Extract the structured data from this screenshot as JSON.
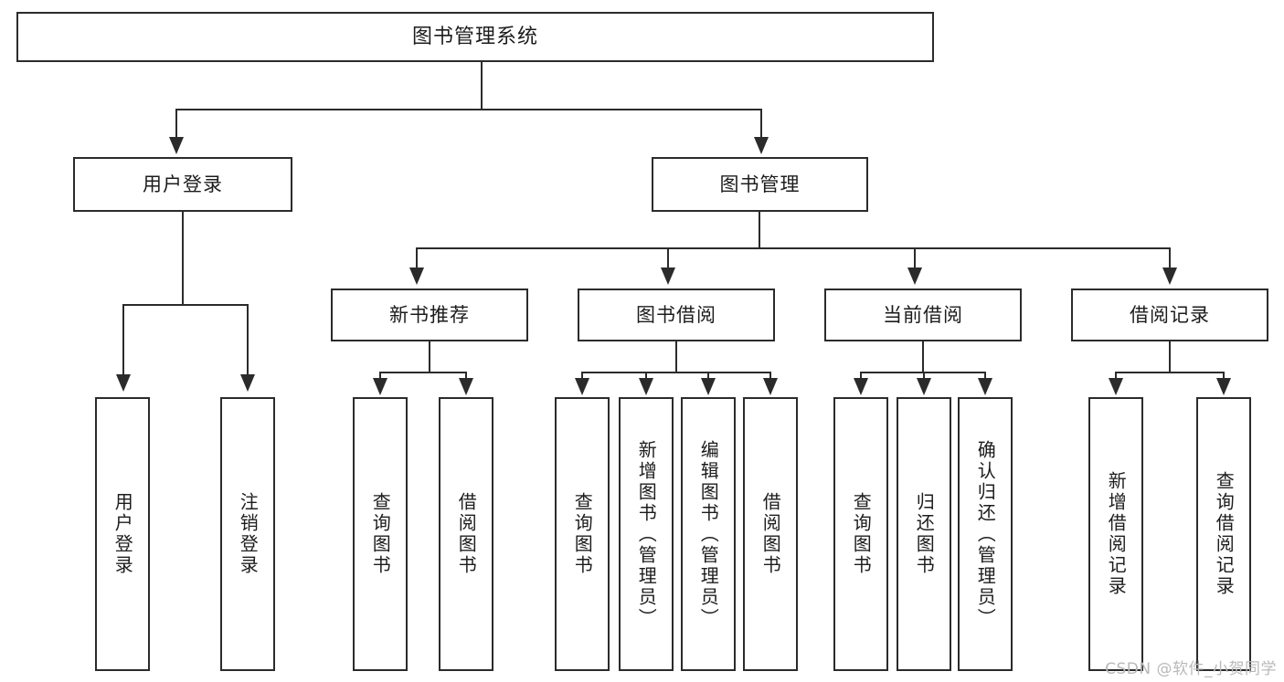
{
  "diagram": {
    "title": "图书管理系统",
    "type": "tree",
    "watermark": "CSDN @软件_小贺同学",
    "colors": {
      "background": "#ffffff",
      "border": "#2b2b2b",
      "text": "#1c1c1c",
      "watermark": "#b9b9b9"
    },
    "nodes": {
      "root": {
        "label": "图书管理系统",
        "level": 1
      },
      "user_login": {
        "label": "用户登录",
        "level": 2
      },
      "book_manage": {
        "label": "图书管理",
        "level": 2
      },
      "new_book_rec": {
        "label": "新书推荐",
        "level": 3
      },
      "book_borrow": {
        "label": "图书借阅",
        "level": 3
      },
      "current_borrow": {
        "label": "当前借阅",
        "level": 3
      },
      "borrow_record": {
        "label": "借阅记录",
        "level": 3
      },
      "leaf_user_login": {
        "label": "用户登录",
        "level": 4
      },
      "leaf_logout": {
        "label": "注销登录",
        "level": 4
      },
      "leaf_query_book_a": {
        "label": "查询图书",
        "level": 4
      },
      "leaf_borrow_book_a": {
        "label": "借阅图书",
        "level": 4
      },
      "leaf_query_book_b": {
        "label": "查询图书",
        "level": 4
      },
      "leaf_add_book": {
        "label": "新增图书（管理员）",
        "level": 4
      },
      "leaf_edit_book": {
        "label": "编辑图书（管理员）",
        "level": 4
      },
      "leaf_borrow_book_b": {
        "label": "借阅图书",
        "level": 4
      },
      "leaf_query_book_c": {
        "label": "查询图书",
        "level": 4
      },
      "leaf_return_book": {
        "label": "归还图书",
        "level": 4
      },
      "leaf_confirm_return": {
        "label": "确认归还（管理员）",
        "level": 4
      },
      "leaf_add_record": {
        "label": "新增借阅记录",
        "level": 4
      },
      "leaf_query_record": {
        "label": "查询借阅记录",
        "level": 4
      }
    },
    "edges": [
      {
        "from": "root",
        "to": "user_login"
      },
      {
        "from": "root",
        "to": "book_manage"
      },
      {
        "from": "book_manage",
        "to": "new_book_rec"
      },
      {
        "from": "book_manage",
        "to": "book_borrow"
      },
      {
        "from": "book_manage",
        "to": "current_borrow"
      },
      {
        "from": "book_manage",
        "to": "borrow_record"
      },
      {
        "from": "user_login",
        "to": "leaf_user_login"
      },
      {
        "from": "user_login",
        "to": "leaf_logout"
      },
      {
        "from": "new_book_rec",
        "to": "leaf_query_book_a"
      },
      {
        "from": "new_book_rec",
        "to": "leaf_borrow_book_a"
      },
      {
        "from": "book_borrow",
        "to": "leaf_query_book_b"
      },
      {
        "from": "book_borrow",
        "to": "leaf_add_book"
      },
      {
        "from": "book_borrow",
        "to": "leaf_edit_book"
      },
      {
        "from": "book_borrow",
        "to": "leaf_borrow_book_b"
      },
      {
        "from": "current_borrow",
        "to": "leaf_query_book_c"
      },
      {
        "from": "current_borrow",
        "to": "leaf_return_book"
      },
      {
        "from": "current_borrow",
        "to": "leaf_confirm_return"
      },
      {
        "from": "borrow_record",
        "to": "leaf_add_record"
      },
      {
        "from": "borrow_record",
        "to": "leaf_query_record"
      }
    ]
  }
}
